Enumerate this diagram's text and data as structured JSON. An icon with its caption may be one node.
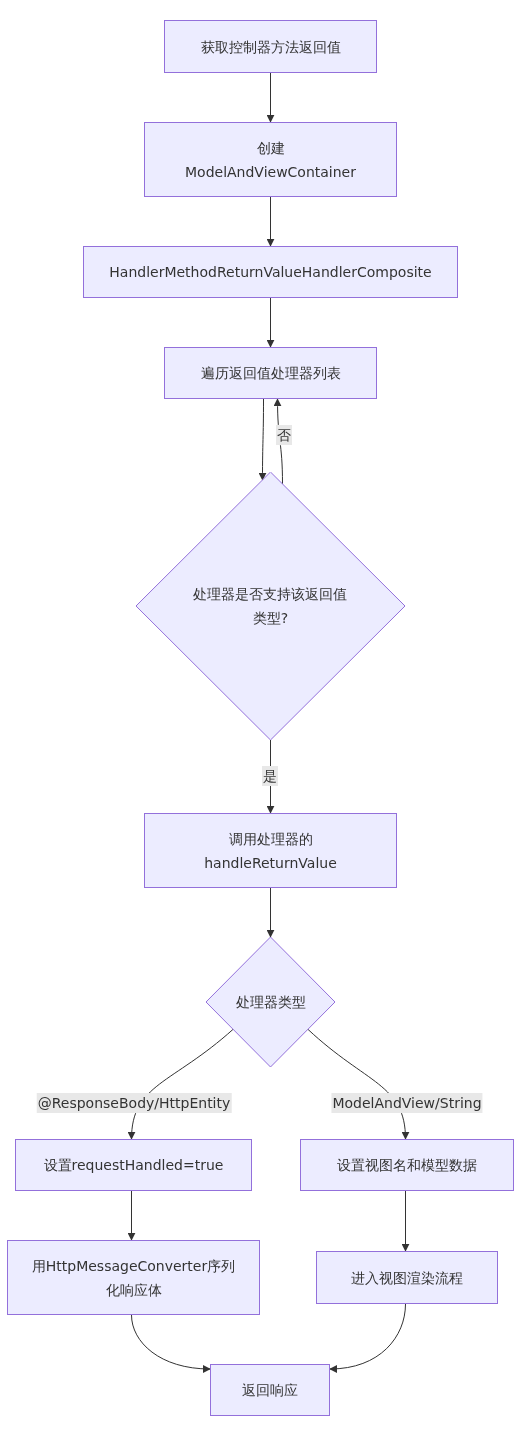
{
  "diagram": {
    "nodes": [
      {
        "text": [
          "获取控制器方法返回值"
        ]
      },
      {
        "text": [
          "创建 ModelAndViewContainer"
        ]
      },
      {
        "text": [
          "HandlerMethodReturnValueHandlerComposite"
        ]
      },
      {
        "text": [
          "遍历返回值处理器列表"
        ]
      },
      {
        "text": [
          "处理器是否支持该返回值类型?"
        ]
      },
      {
        "text": [
          "调用处理器的 handleReturnValue"
        ]
      },
      {
        "text": [
          "处理器类型"
        ]
      },
      {
        "text": [
          "设置requestHandled=true"
        ]
      },
      {
        "text": [
          "设置视图名和模型数据"
        ]
      },
      {
        "text": [
          "用HttpMessageConverter序列化响应体"
        ]
      },
      {
        "text": [
          "进入视图渲染流程"
        ]
      },
      {
        "text": [
          "返回响应"
        ]
      }
    ],
    "edges": [
      {
        "from": 0,
        "to": 1,
        "arrow": "to"
      },
      {
        "from": 1,
        "to": 2,
        "arrow": "to"
      },
      {
        "from": 2,
        "to": 3,
        "arrow": "to"
      },
      {
        "from": 3,
        "to": 4,
        "arrow": "to"
      },
      {
        "from": 4,
        "to": 3,
        "arrow": "to",
        "label": "否"
      },
      {
        "from": 4,
        "to": 5,
        "arrow": "to",
        "label": "是"
      },
      {
        "from": 5,
        "to": 6,
        "arrow": "to"
      },
      {
        "from": 6,
        "to": 7,
        "arrow": "to",
        "label": "@ResponseBody/HttpEntity"
      },
      {
        "from": 6,
        "to": 8,
        "arrow": "to",
        "label": "ModelAndView/String"
      },
      {
        "from": 7,
        "to": 9,
        "arrow": "to"
      },
      {
        "from": 8,
        "to": 10,
        "arrow": "to"
      },
      {
        "from": 9,
        "to": 11,
        "arrow": "to"
      },
      {
        "from": 10,
        "to": 11,
        "arrow": "to"
      }
    ]
  }
}
